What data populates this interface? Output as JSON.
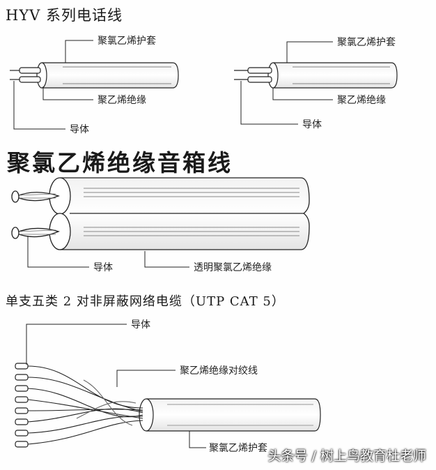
{
  "section1": {
    "title": "HYV 系列电话线",
    "left": {
      "sheath": "聚氯乙烯护套",
      "insulation": "聚乙烯绝缘",
      "conductor": "导体"
    },
    "right": {
      "sheath": "聚氯乙烯护套",
      "insulation": "聚乙烯绝缘",
      "conductor": "导体"
    }
  },
  "section2": {
    "title": "聚氯乙烯绝缘音箱线",
    "conductor": "导体",
    "insulation": "透明聚氯乙烯绝缘"
  },
  "section3": {
    "title": "单支五类 2 对非屏蔽网络电缆（UTP  CAT 5）",
    "conductor": "导体",
    "twisted_pair": "聚乙烯绝缘对绞线",
    "sheath": "聚氯乙烯护套"
  },
  "watermark": "头条号 / 树上鸟教育杜老师"
}
